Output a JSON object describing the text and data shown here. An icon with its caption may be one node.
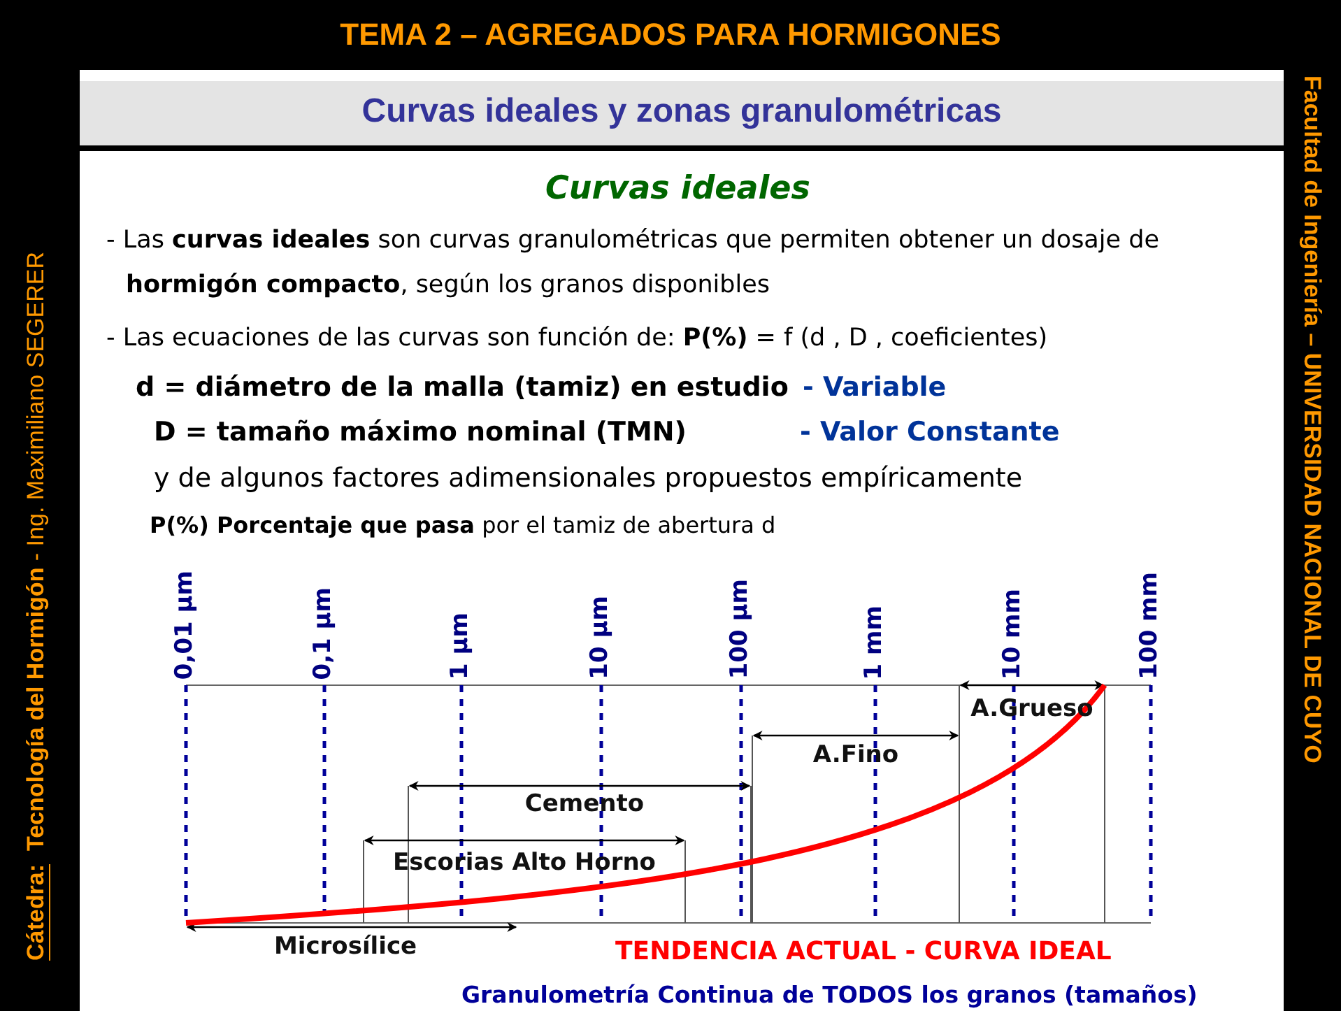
{
  "diagram": {
    "title": "TEMA 2 – AGREGADOS PARA HORMIGONES",
    "labels": [
      "Curvas ideales y zonas granulométricas",
      "Curvas ideales",
      "- Las **curvas ideales** son curvas granulométricas que permiten obtener un dosaje de **hormigón compacto**, según los granos disponibles",
      "- Las ecuaciones de las curvas son función de: **P(%)** = f (d , D , coeficientes)",
      "d = diámetro de la malla (tamiz) en estudio",
      "- Variable",
      "D = tamaño máximo nominal (TMN)",
      "- Valor Constante",
      "y de algunos factores adimensionales propuestos empíricamente",
      "**P(%) Porcentaje que pasa** por el tamiz de abertura d",
      "0,01 µm",
      "0,1 µm",
      "1 µm",
      "10 µm",
      "100 µm",
      "1 mm",
      "10 mm",
      "100 mm",
      "A.Grueso",
      "A.Fino",
      "Cemento",
      "Escorias Alto Horno",
      "Microsílice",
      "TENDENCIA ACTUAL - CURVA IDEAL",
      "Granulometría Continua de TODOS los granos (tamaños)",
      "Cátedra:",
      "**Tecnología del Hormigón** - Ing. Maximiliano SEGERER",
      "Facultad de Ingeniería – UNIVERSIDAD NACIONAL DE CUYO"
    ]
  }
}
